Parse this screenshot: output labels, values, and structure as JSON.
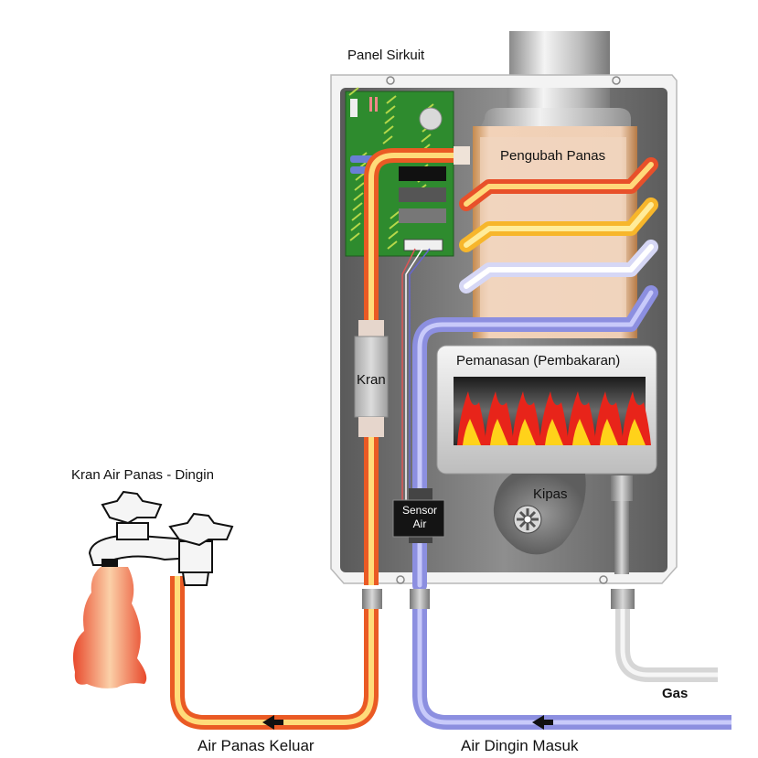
{
  "title": "Cara kerja water heater gas",
  "labels": {
    "panel_sirkuit": "Panel Sirkuit",
    "pengubah_panas": "Pengubah Panas",
    "pemanasan": "Pemanasan (Pembakaran)",
    "kran": "Kran",
    "kipas": "Kipas",
    "sensor_line1": "Sensor",
    "sensor_line2": "Air",
    "kran_air": "Kran Air Panas - Dingin",
    "gas": "Gas",
    "air_panas_keluar": "Air Panas Keluar",
    "air_dingin_masuk": "Air Dingin Masuk"
  },
  "colors": {
    "hot_pipe": "#f0682a",
    "hot_pipe_core": "#ffe07a",
    "warm_pipe": "#f7b62b",
    "cold_pipe": "#8c8fe0",
    "cool_white_pipe": "#e6e6f8",
    "gas_pipe": "#d8d8d8",
    "housing": "#f2f2f2",
    "interior": "#6b6b6b",
    "pcb": "#2e8b2e",
    "flame_red": "#e8241a",
    "flame_yellow": "#ffd21a"
  },
  "flow": {
    "hot_out_direction": "left",
    "cold_in_direction": "left"
  }
}
